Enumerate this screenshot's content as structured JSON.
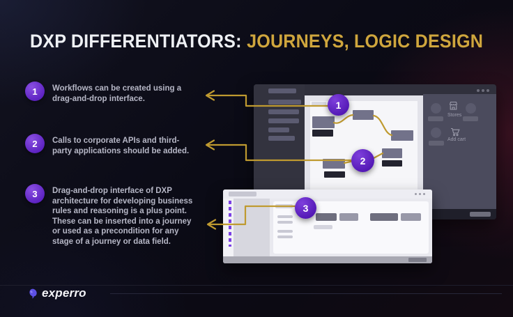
{
  "title": {
    "prefix": "DXP DIFFERENTIATORS:",
    "highlight": "JOURNEYS, LOGIC DESIGN"
  },
  "points": [
    {
      "number": "1",
      "text": "Workflows can be created using a drag-and-drop interface."
    },
    {
      "number": "2",
      "text": "Calls to corporate APIs and third-party applications should be added."
    },
    {
      "number": "3",
      "text": "Drag-and-drop interface of DXP architecture for developing business rules and reasoning is a plus point. These can be inserted into a journey or used as a precondition for any stage of a journey or data field."
    }
  ],
  "mockup": {
    "workflow_window": {
      "window_controls": "three-dots",
      "stores_label": "Stores",
      "add_cart_label": "Add cart"
    },
    "logic_window": {
      "window_controls": "three-dots"
    }
  },
  "icons": {
    "store_icon": "storefront",
    "cart_icon": "shopping-cart",
    "arrow_icon": "left-arrow",
    "logo_icon": "purple-balloon"
  },
  "footer": {
    "brand": "experro"
  },
  "colors": {
    "gold_accent": "#C9A236",
    "purple_accent": "#6B2FD5",
    "body_text": "#B6B7C6",
    "background": "#0C0C18"
  }
}
